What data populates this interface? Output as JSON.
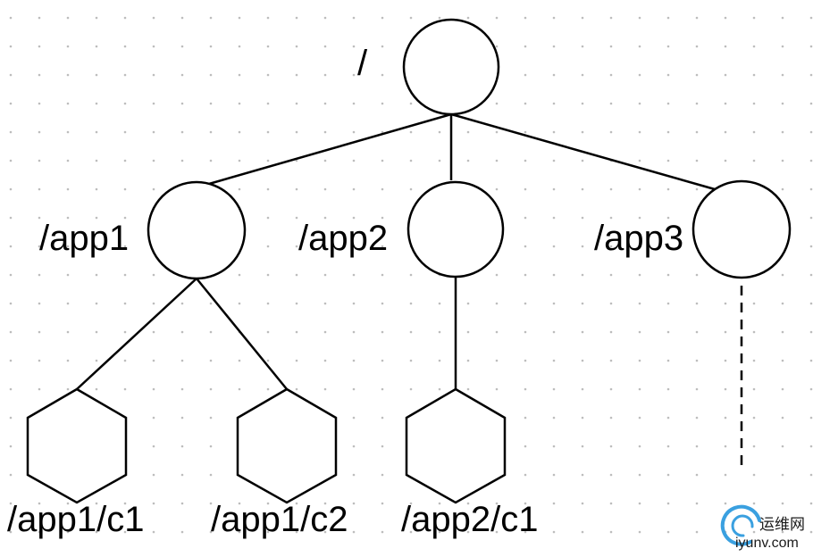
{
  "diagram": {
    "type": "tree",
    "nodes": [
      {
        "id": "root",
        "label": "/",
        "shape": "circle"
      },
      {
        "id": "app1",
        "label": "/app1",
        "shape": "circle"
      },
      {
        "id": "app2",
        "label": "/app2",
        "shape": "circle"
      },
      {
        "id": "app3",
        "label": "/app3",
        "shape": "circle"
      },
      {
        "id": "app1c1",
        "label": "/app1/c1",
        "shape": "hexagon"
      },
      {
        "id": "app1c2",
        "label": "/app1/c2",
        "shape": "hexagon"
      },
      {
        "id": "app2c1",
        "label": "/app2/c1",
        "shape": "hexagon"
      }
    ],
    "edges": [
      {
        "from": "root",
        "to": "app1",
        "style": "solid"
      },
      {
        "from": "root",
        "to": "app2",
        "style": "solid"
      },
      {
        "from": "root",
        "to": "app3",
        "style": "solid"
      },
      {
        "from": "app1",
        "to": "app1c1",
        "style": "solid"
      },
      {
        "from": "app1",
        "to": "app1c2",
        "style": "solid"
      },
      {
        "from": "app2",
        "to": "app2c1",
        "style": "solid"
      },
      {
        "from": "app3",
        "to": null,
        "style": "dashed"
      }
    ]
  },
  "watermark": {
    "text_cn": "运维网",
    "url": "iyunv.com",
    "color": "#3aa0e0"
  },
  "colors": {
    "stroke": "#000000",
    "grid_dot": "#bdbdbd",
    "background": "#ffffff"
  }
}
